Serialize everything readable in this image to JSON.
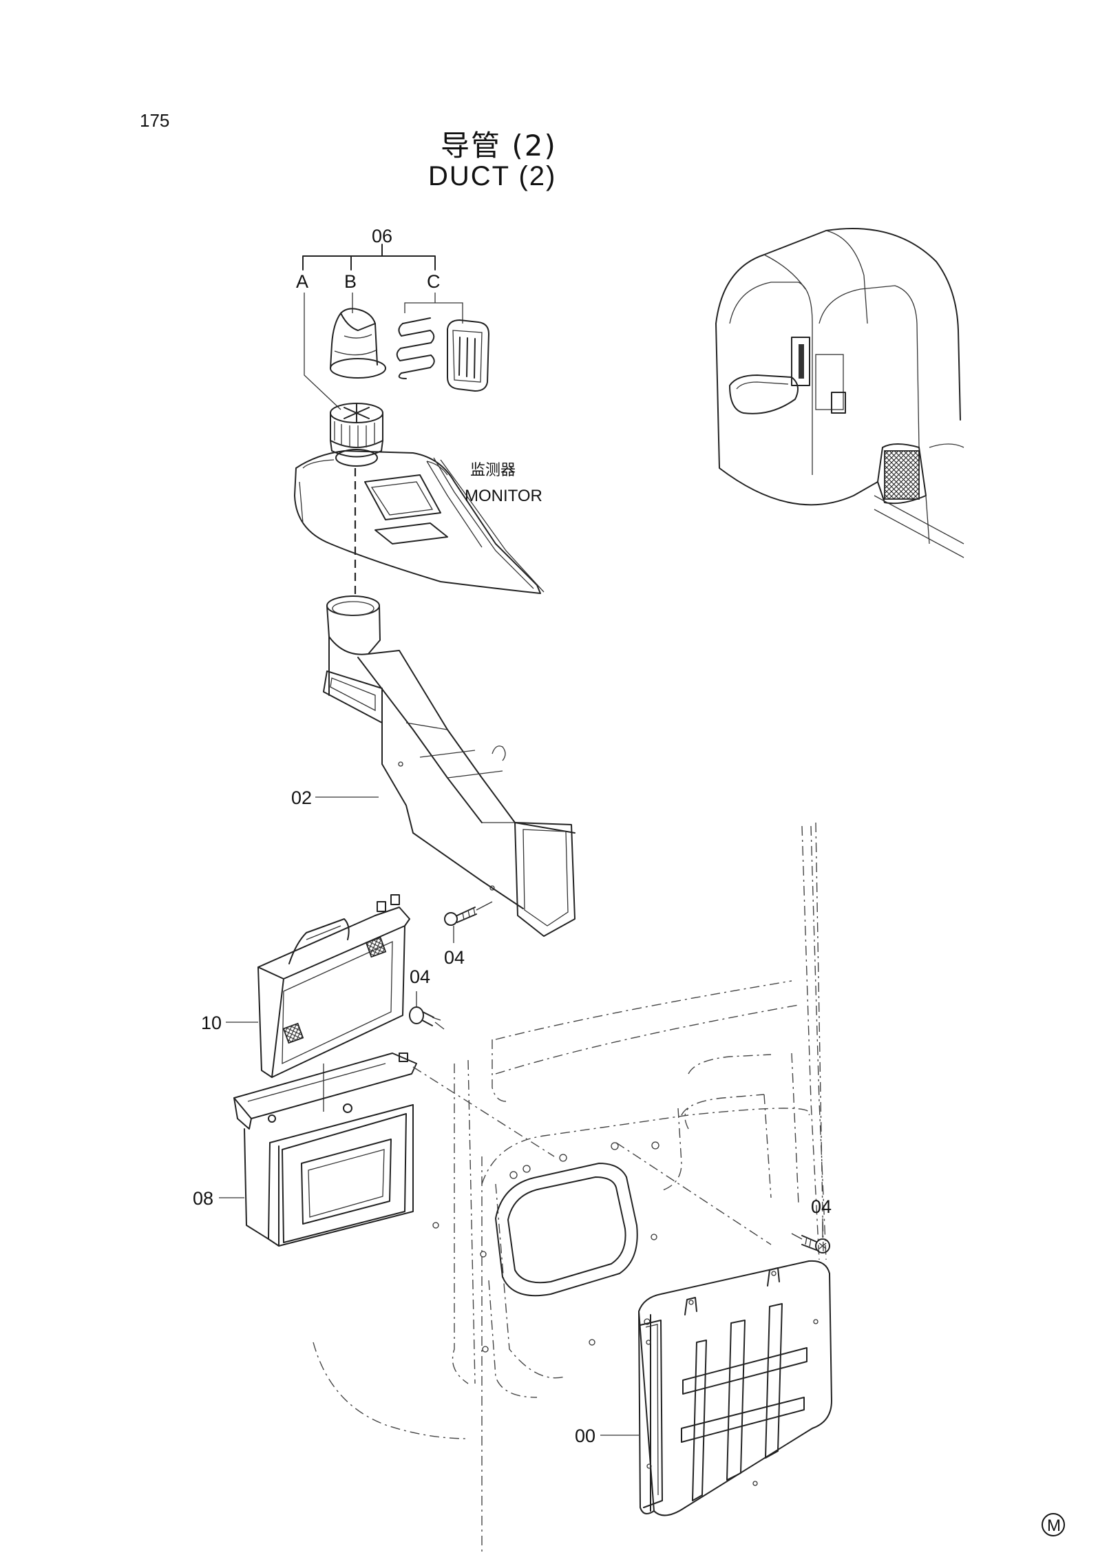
{
  "page_number": "175",
  "title_cn": "导管 (2)",
  "title_en": "DUCT (2)",
  "callouts": {
    "assembly_06": "06",
    "sub_a": "A",
    "sub_b": "B",
    "sub_c": "C",
    "part_02": "02",
    "part_04_upper": "04",
    "part_04_middle": "04",
    "part_04_right": "04",
    "part_10": "10",
    "part_08": "08",
    "part_00": "00"
  },
  "monitor_label_cn": "监测器",
  "monitor_label_en": "MONITOR",
  "corner_mark": "M"
}
